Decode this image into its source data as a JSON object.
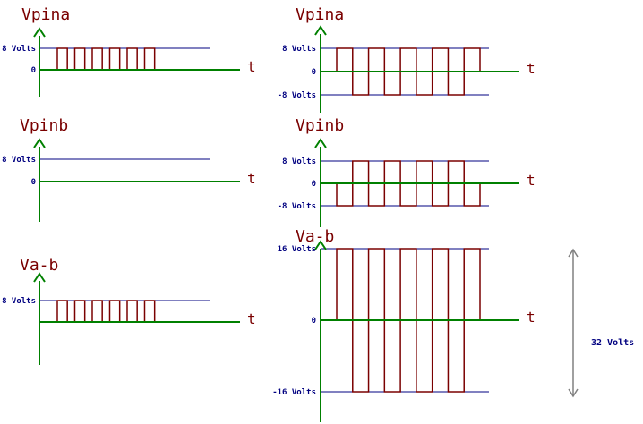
{
  "colors": {
    "axis": "#008000",
    "signal": "#7a0000",
    "level_line": "#000080",
    "flat_signal": "#000000",
    "dimension_arrow": "#808080",
    "title_text": "#7a0000",
    "label_text": "#000080"
  },
  "panels": [
    {
      "id": "left-vpina",
      "title": "Vpina",
      "t_label": "t",
      "levels": [
        {
          "label": "8 Volts",
          "value": 8
        },
        {
          "label": "0",
          "value": 0
        }
      ],
      "waveform": {
        "kind": "pulses",
        "pulses": [
          [
            0.08,
            0.22
          ],
          [
            0.3,
            0.44
          ],
          [
            0.52,
            0.66
          ],
          [
            0.74,
            0.88
          ],
          [
            0.96,
            1.1
          ],
          [
            1.18,
            1.32
          ]
        ],
        "low": 0,
        "high": 8
      }
    },
    {
      "id": "left-vpinb",
      "title": "Vpinb",
      "t_label": "t",
      "levels": [
        {
          "label": "8 Volts",
          "value": 8
        },
        {
          "label": "0",
          "value": 0
        }
      ],
      "waveform": {
        "kind": "flat",
        "value": 0
      }
    },
    {
      "id": "left-va-b",
      "title": "Va-b",
      "t_label": "t",
      "levels": [
        {
          "label": "8 Volts",
          "value": 8
        }
      ],
      "waveform": {
        "kind": "pulses",
        "pulses": [
          [
            0.08,
            0.22
          ],
          [
            0.3,
            0.44
          ],
          [
            0.52,
            0.66
          ],
          [
            0.74,
            0.88
          ],
          [
            0.96,
            1.1
          ],
          [
            1.18,
            1.32
          ]
        ],
        "low": 0,
        "high": 8
      }
    },
    {
      "id": "right-vpina",
      "title": "Vpina",
      "t_label": "t",
      "levels": [
        {
          "label": "8 Volts",
          "value": 8
        },
        {
          "label": "0",
          "value": 0
        },
        {
          "label": "-8 Volts",
          "value": -8
        }
      ],
      "waveform": {
        "kind": "square",
        "steps": [
          [
            0,
            8
          ],
          [
            1,
            -8
          ],
          [
            2,
            8
          ],
          [
            3,
            -8
          ],
          [
            4,
            8
          ],
          [
            5,
            -8
          ],
          [
            6,
            8
          ],
          [
            7,
            -8
          ],
          [
            8,
            8
          ]
        ],
        "low": -8,
        "high": 8
      }
    },
    {
      "id": "right-vpinb",
      "title": "Vpinb",
      "t_label": "t",
      "levels": [
        {
          "label": "8 Volts",
          "value": 8
        },
        {
          "label": "0",
          "value": 0
        },
        {
          "label": "-8 Volts",
          "value": -8
        }
      ],
      "waveform": {
        "kind": "square",
        "steps": [
          [
            0,
            -8
          ],
          [
            1,
            8
          ],
          [
            2,
            -8
          ],
          [
            3,
            8
          ],
          [
            4,
            -8
          ],
          [
            5,
            8
          ],
          [
            6,
            -8
          ],
          [
            7,
            8
          ],
          [
            8,
            -8
          ]
        ],
        "low": -8,
        "high": 8
      }
    },
    {
      "id": "right-va-b",
      "title": "Va-b",
      "t_label": "t",
      "levels": [
        {
          "label": "16 Volts",
          "value": 16
        },
        {
          "label": "0",
          "value": 0
        },
        {
          "label": "-16 Volts",
          "value": -16
        }
      ],
      "waveform": {
        "kind": "square",
        "steps": [
          [
            0,
            16
          ],
          [
            1,
            -16
          ],
          [
            2,
            16
          ],
          [
            3,
            -16
          ],
          [
            4,
            16
          ],
          [
            5,
            -16
          ],
          [
            6,
            16
          ],
          [
            7,
            -16
          ],
          [
            8,
            16
          ]
        ],
        "low": -16,
        "high": 16
      }
    }
  ],
  "dimension": {
    "label": "32 Volts",
    "from_value": 16,
    "to_value": -16
  }
}
